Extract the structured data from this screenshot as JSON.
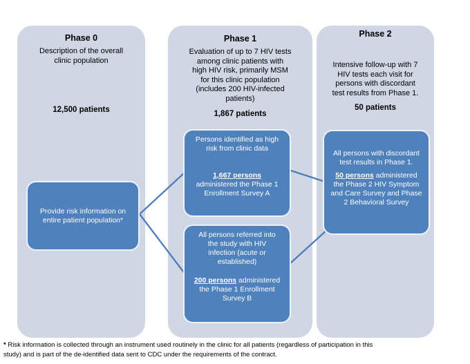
{
  "colors": {
    "column_bg": "#d0d6e4",
    "box_bg": "#4f81bd",
    "box_border": "#eef2fa",
    "connector": "#4b7dbb",
    "text_light": "#ffffff"
  },
  "phase0": {
    "title": "Phase 0",
    "desc_lines": [
      "Description of the overall",
      "clinic population"
    ],
    "count": "12,500 patients",
    "box_lines": [
      "Provide risk information on",
      "entire patient population*"
    ]
  },
  "phase1": {
    "title": "Phase 1",
    "desc_lines": [
      "Evaluation of up to 7 HIV tests",
      "among clinic patients with",
      "high HIV risk, primarily MSM",
      "for this clinic population",
      "(includes 200 HIV-infected",
      "patients)"
    ],
    "count": "1,867 patients",
    "box_a": {
      "top_lines": [
        "Persons identified as high",
        "risk from clinic data"
      ],
      "highlight": "1,667 persons",
      "rest_lines": [
        "administered the Phase 1",
        "Enrollment Survey A"
      ]
    },
    "box_b": {
      "top_lines": [
        "All persons  referred into",
        "the study  with HIV",
        "infection (acute or",
        "established)"
      ],
      "highlight": "200 persons",
      "rest_inline": " administered",
      "rest_lines": [
        "the Phase 1 Enrollment",
        "Survey B"
      ]
    }
  },
  "phase2": {
    "title": "Phase 2",
    "desc_lines": [
      "Intensive follow-up with 7",
      "HIV tests each visit for",
      "persons with discordant",
      "test results from Phase 1."
    ],
    "count": "50 patients",
    "box": {
      "top_lines": [
        "All persons with discordant",
        "test results in Phase 1."
      ],
      "highlight": "50 persons",
      "rest_inline": " administered",
      "rest_lines": [
        "the Phase 2 HIV Symptom",
        "and Care Survey and Phase",
        "2 Behavioral Survey"
      ]
    }
  },
  "footnote": {
    "star": "* ",
    "line1": "Risk information is collected through an instrument used routinely in the clinic for all patients (regardless of participation in this",
    "line2": "study) and is part of the de-identified data sent to CDC under the requirements of the contract."
  }
}
